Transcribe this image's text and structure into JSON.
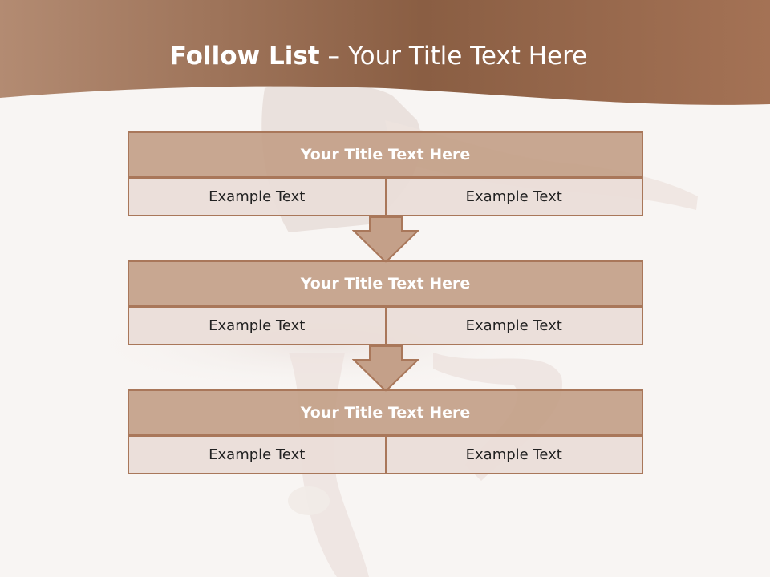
{
  "title": {
    "strong": "Follow List",
    "rest": " – Your Title Text Here"
  },
  "blocks": [
    {
      "heading": "Your Title Text Here",
      "cells": [
        "Example Text",
        "Example Text"
      ]
    },
    {
      "heading": "Your Title Text Here",
      "cells": [
        "Example Text",
        "Example Text"
      ]
    },
    {
      "heading": "Your Title Text Here",
      "cells": [
        "Example Text",
        "Example Text"
      ]
    }
  ],
  "colors": {
    "header_band": "#8e6247",
    "block_fill": "#c4a089",
    "block_border": "#a9775a",
    "row_fill": "#eaddd8"
  }
}
